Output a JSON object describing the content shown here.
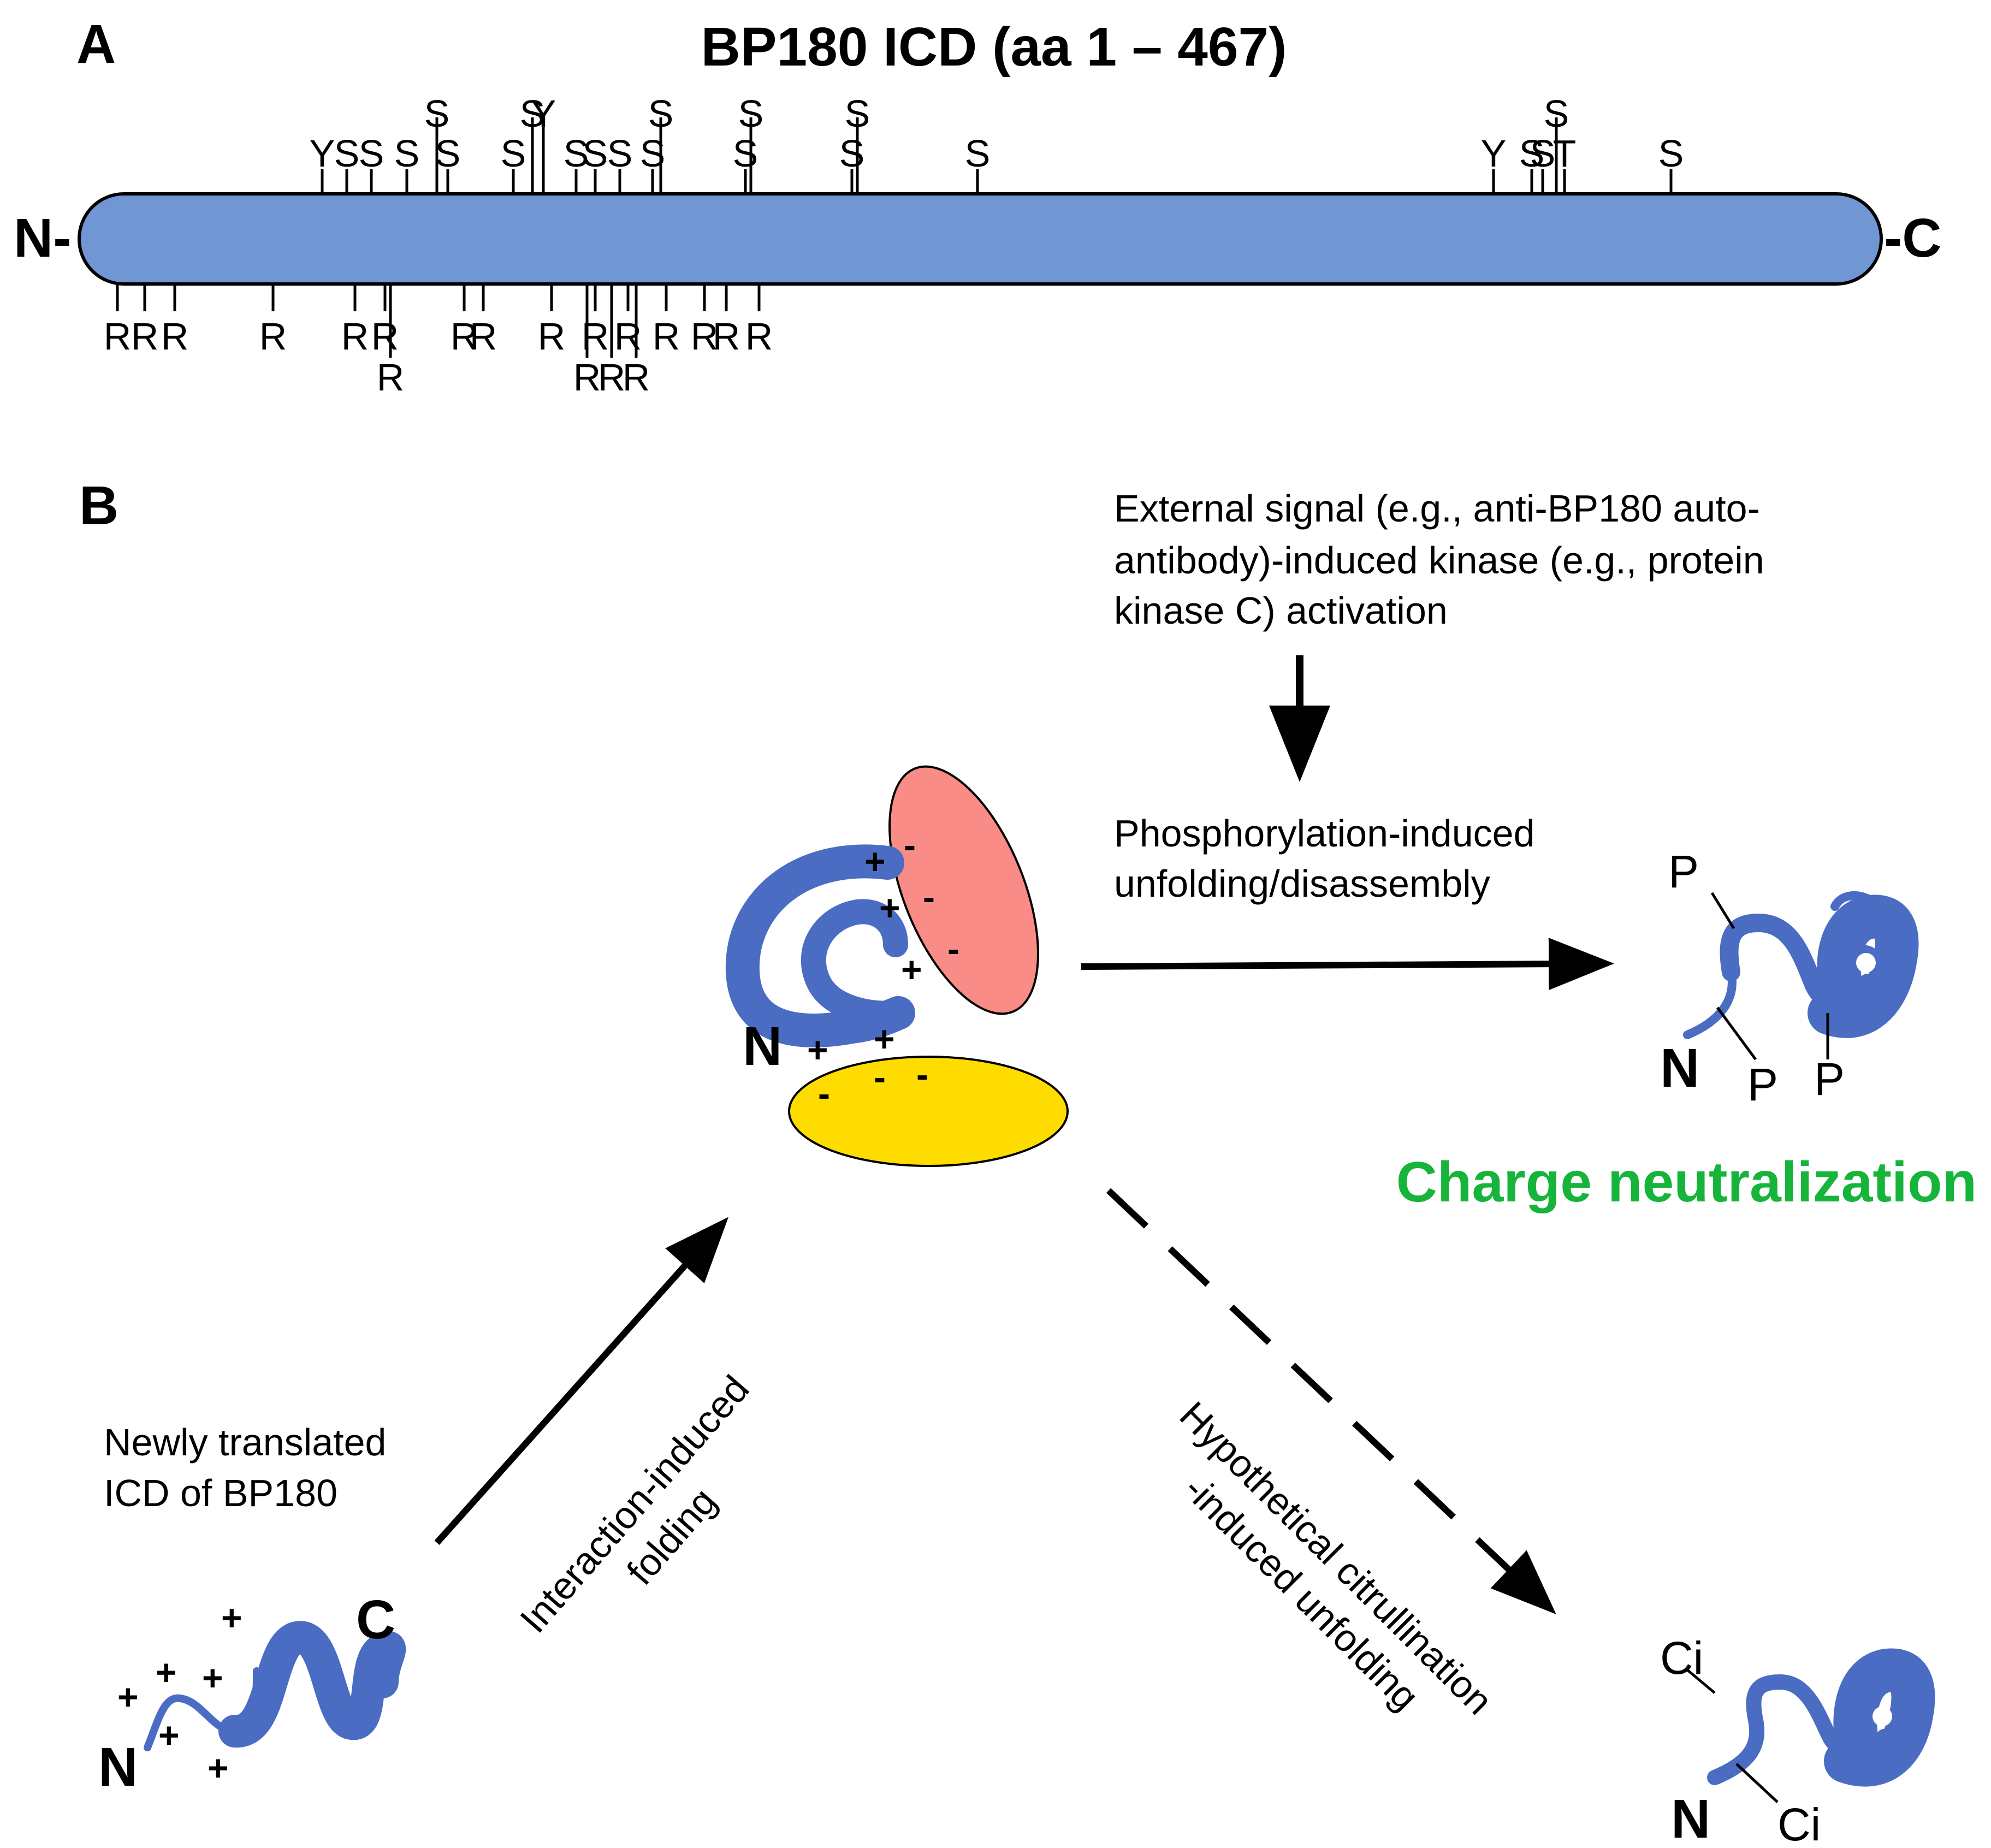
{
  "panel_a": {
    "label": "A",
    "title": "BP180 ICD (aa 1 – 467)",
    "n_terminus": "N-",
    "c_terminus": "-C",
    "top_residues": [
      {
        "text": "Y",
        "row": 1
      },
      {
        "text": "S",
        "row": 1
      },
      {
        "text": "S",
        "row": 1
      },
      {
        "text": "S",
        "row": 1
      },
      {
        "text": "S",
        "row": 2
      },
      {
        "text": "S",
        "row": 1
      },
      {
        "text": "S",
        "row": 1
      },
      {
        "text": "S",
        "row": 2
      },
      {
        "text": "Y",
        "row": 2
      },
      {
        "text": "S",
        "row": 1
      },
      {
        "text": "S",
        "row": 1
      },
      {
        "text": "S",
        "row": 1
      },
      {
        "text": "S",
        "row": 1
      },
      {
        "text": "S",
        "row": 2
      },
      {
        "text": "S",
        "row": 1
      },
      {
        "text": "S",
        "row": 2
      },
      {
        "text": "S",
        "row": 1
      },
      {
        "text": "S",
        "row": 2
      },
      {
        "text": "S",
        "row": 1
      },
      {
        "text": "Y",
        "row": 1
      },
      {
        "text": "S",
        "row": 1
      },
      {
        "text": "S",
        "row": 1
      },
      {
        "text": "S",
        "row": 2
      },
      {
        "text": "T",
        "row": 1
      },
      {
        "text": "S",
        "row": 1
      }
    ],
    "bottom_residues": [
      {
        "text": "R",
        "row": 1
      },
      {
        "text": "R",
        "row": 1
      },
      {
        "text": "R",
        "row": 1
      },
      {
        "text": "R",
        "row": 1
      },
      {
        "text": "R",
        "row": 1
      },
      {
        "text": "R",
        "row": 1
      },
      {
        "text": "R",
        "row": 2
      },
      {
        "text": "R",
        "row": 1
      },
      {
        "text": "R",
        "row": 1
      },
      {
        "text": "R",
        "row": 1
      },
      {
        "text": "R",
        "row": 2
      },
      {
        "text": "R",
        "row": 1
      },
      {
        "text": "R",
        "row": 2
      },
      {
        "text": "R",
        "row": 1
      },
      {
        "text": "R",
        "row": 2
      },
      {
        "text": "R",
        "row": 1
      },
      {
        "text": "R",
        "row": 1
      },
      {
        "text": "R",
        "row": 1
      },
      {
        "text": "R",
        "row": 1
      }
    ]
  },
  "panel_b": {
    "label": "B",
    "external_signal": [
      "External signal (e.g., anti-BP180 auto-",
      "antibody)-induced kinase (e.g., protein",
      "kinase C) activation"
    ],
    "phosphorylation_label": [
      "Phosphorylation-induced",
      "unfolding/disassembly"
    ],
    "newly_translated": [
      "Newly translated",
      "ICD of BP180"
    ],
    "interaction_folding": [
      "Interaction-induced",
      "folding"
    ],
    "citrullination": [
      "Hypothetical citrullination",
      "-induced unfolding"
    ],
    "charge_neutralization": "Charge neutralization",
    "strand_n": "N",
    "strand_c": "C",
    "plus": "+",
    "minus": "-",
    "phospho": "P",
    "citrulline": "Ci",
    "colors": {
      "protein": "#4a6cc3",
      "bar_fill": "#7096d3",
      "partner_red": "#f98c86",
      "partner_yellow": "#ffdc00",
      "green": "#16b43a"
    }
  }
}
